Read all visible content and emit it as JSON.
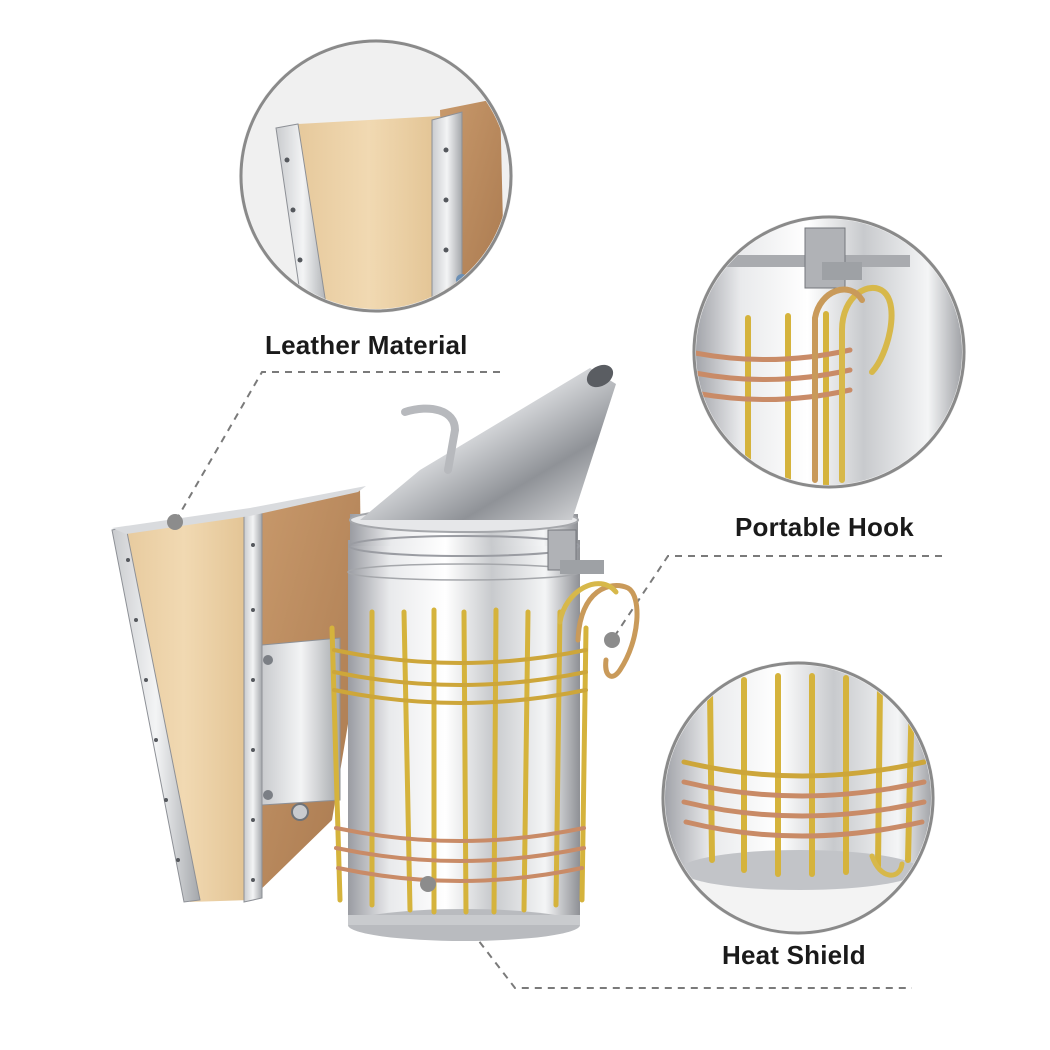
{
  "callouts": {
    "leather": {
      "label": "Leather Material"
    },
    "hook": {
      "label": "Portable Hook"
    },
    "shield": {
      "label": "Heat Shield"
    }
  },
  "colors": {
    "leather": "#ecd2a8",
    "wood": "#b9875c",
    "steel_light": "#f2f3f5",
    "steel_dark": "#8d9096",
    "wire_gold": "#d5b33c",
    "wire_copper": "#c78a6a",
    "circle_stroke": "#8a8a8a",
    "dash": "#777777"
  }
}
